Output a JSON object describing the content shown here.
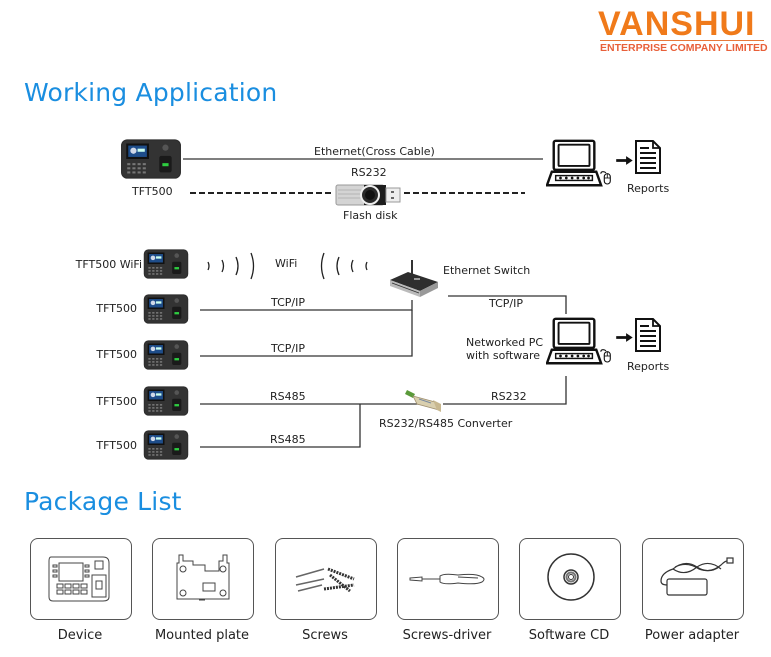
{
  "brand": {
    "name": "VANSHUI",
    "tagline": "ENTERPRISE COMPANY LIMITED",
    "primary_color": "#f07a1a",
    "secondary_color": "#e8603a"
  },
  "sections": {
    "working_application": "Working Application",
    "package_list": "Package List",
    "title_color": "#1a8ee0"
  },
  "diagram_top": {
    "device_label": "TFT500",
    "ethernet_label": "Ethernet(Cross Cable)",
    "rs232_label": "RS232",
    "flash_disk_label": "Flash disk",
    "reports_label": "Reports"
  },
  "diagram_network": {
    "devices": [
      {
        "label": "TFT500 WiFi",
        "connection": "WiFi"
      },
      {
        "label": "TFT500",
        "connection": "TCP/IP"
      },
      {
        "label": "TFT500",
        "connection": "TCP/IP"
      },
      {
        "label": "TFT500",
        "connection": "RS485"
      },
      {
        "label": "TFT500",
        "connection": "RS485"
      }
    ],
    "wifi_label": "WiFi",
    "switch_label": "Ethernet Switch",
    "switch_to_pc_label": "TCP/IP",
    "pc_label_line1": "Networked PC",
    "pc_label_line2": "with software",
    "converter_label": "RS232/RS485 Converter",
    "converter_to_pc_label": "RS232",
    "reports_label": "Reports"
  },
  "package_items": [
    {
      "label": "Device",
      "icon": "device-icon"
    },
    {
      "label": "Mounted plate",
      "icon": "mounting-plate-icon"
    },
    {
      "label": "Screws",
      "icon": "screws-icon"
    },
    {
      "label": "Screws-driver",
      "icon": "screwdriver-icon"
    },
    {
      "label": "Software CD",
      "icon": "cd-icon"
    },
    {
      "label": "Power adapter",
      "icon": "power-adapter-icon"
    }
  ]
}
